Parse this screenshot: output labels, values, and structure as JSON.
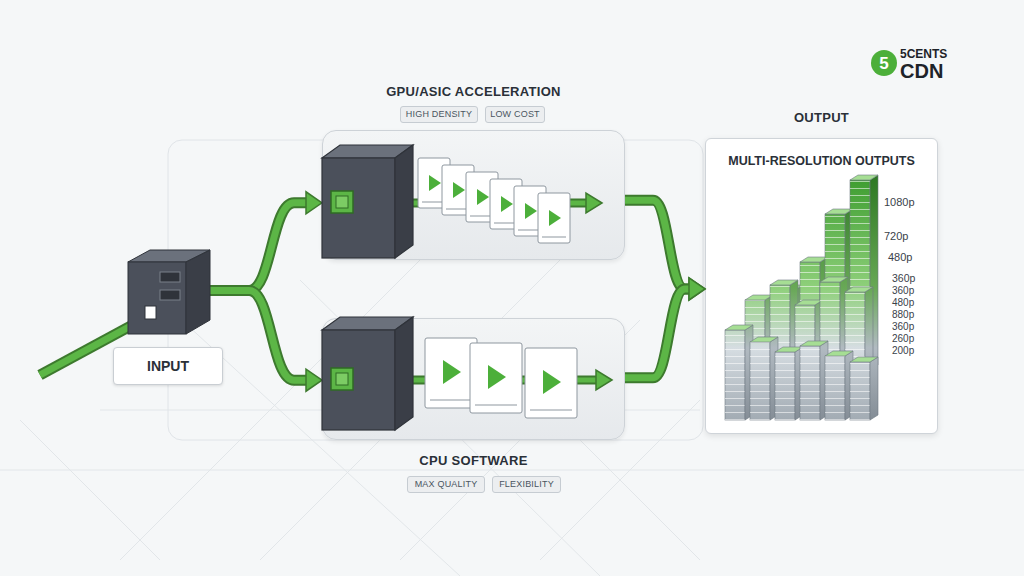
{
  "diagram": {
    "nodes": [
      {
        "text": [
          "GPU/ASIC ACCELERATION"
        ]
      },
      {
        "text": [
          "HIGH DENSITY"
        ]
      },
      {
        "text": [
          "LOW COST"
        ]
      },
      {
        "text": [
          "OUTPUT",
          "MULTI-RESOLUTION OUTPUTS"
        ]
      },
      {
        "text": [
          "INPUT"
        ]
      },
      {
        "text": [
          "CPU SOFTWARE"
        ]
      },
      {
        "text": [
          "MAX QUALITY"
        ]
      },
      {
        "text": [
          "FLEXIBILITY"
        ]
      },
      {
        "text": [
          "5"
        ]
      }
    ],
    "edges": [
      {
        "from": 4,
        "to": 0,
        "arrow": "to"
      },
      {
        "from": 4,
        "to": 5,
        "arrow": "to"
      },
      {
        "from": 0,
        "to": 3,
        "arrow": "to"
      },
      {
        "from": 5,
        "to": 3,
        "arrow": "to"
      }
    ],
    "labels": [
      "5CENTS",
      "CDN",
      "1080p",
      "720p",
      "480p",
      "360p",
      "360p",
      "480p",
      "880p",
      "360p",
      "260p",
      "200p"
    ]
  }
}
